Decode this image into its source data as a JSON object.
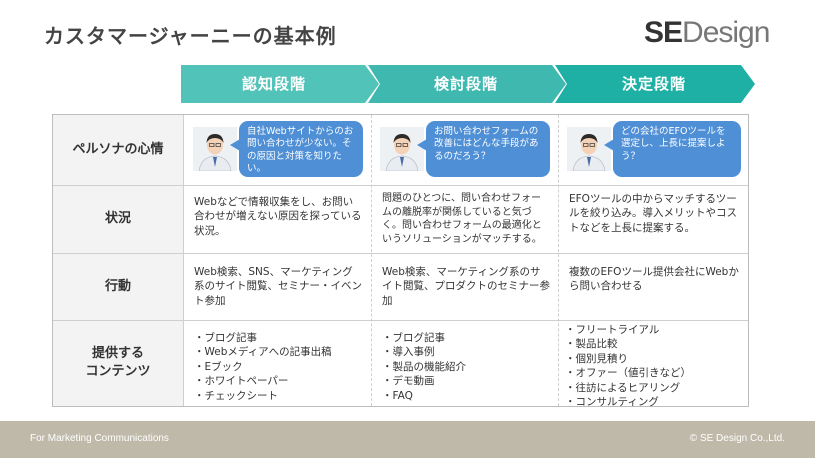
{
  "title": "カスタマージャーニーの基本例",
  "logo": {
    "se": "SE",
    "design": "Design"
  },
  "phases": [
    {
      "label": "認知段階",
      "color": "#4cc3b7"
    },
    {
      "label": "検討段階",
      "color": "#39b7b0"
    },
    {
      "label": "決定段階",
      "color": "#1fb0a6"
    }
  ],
  "rows": [
    {
      "header": "ペルソナの心情"
    },
    {
      "header": "状況"
    },
    {
      "header": "行動"
    },
    {
      "header": "提供する\nコンテンツ"
    }
  ],
  "persona_bubbles": [
    "自社Webサイトからのお問い合わせが少ない。その原因と対策を知りたい。",
    "お問い合わせフォームの改善にはどんな手段があるのだろう？",
    "どの会社のEFOツールを選定し、上長に提案しよう？"
  ],
  "situation": [
    "Webなどで情報収集をし、お問い合わせが増えない原因を探っている状況。",
    "問題のひとつに、問い合わせフォームの離脱率が関係していると気づく。問い合わせフォームの最適化というソリューションがマッチする。",
    "EFOツールの中からマッチするツールを絞り込み。導入メリットやコストなどを上長に提案する。"
  ],
  "action": [
    "Web検索、SNS、マーケティング系のサイト閲覧、セミナー・イベント参加",
    "Web検索、マーケティング系のサイト閲覧、プロダクトのセミナー参加",
    "複数のEFOツール提供会社にWebから問い合わせる"
  ],
  "contents": [
    [
      "・ブログ記事",
      "・Webメディアへの記事出稿",
      "・Eブック",
      "・ホワイトペーパー",
      "・チェックシート"
    ],
    [
      "・ブログ記事",
      "・導入事例",
      "・製品の機能紹介",
      "・デモ動画",
      "・FAQ"
    ],
    [
      "・フリートライアル",
      "・製品比較",
      "・個別見積り",
      "・オファー（値引きなど）",
      "・往訪によるヒアリング",
      "・コンサルティング"
    ]
  ],
  "footer": {
    "left": "For Marketing Communications",
    "right": "© SE Design Co.,Ltd."
  }
}
